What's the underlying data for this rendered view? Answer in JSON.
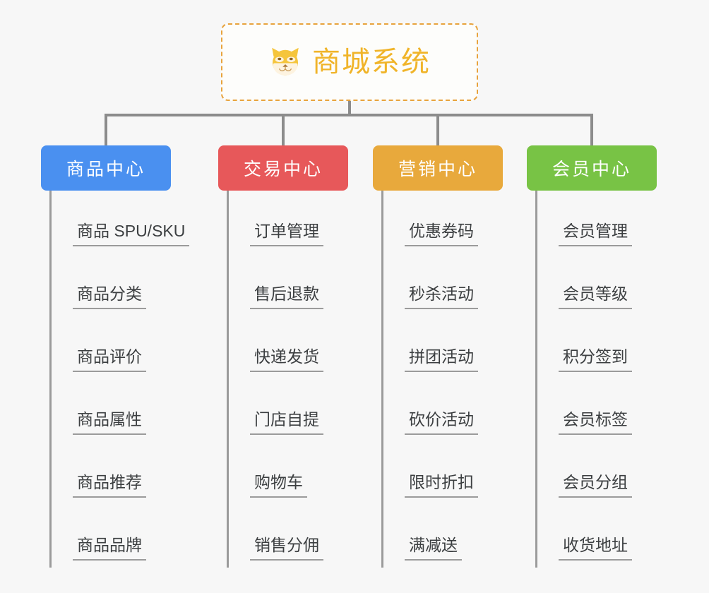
{
  "canvas": {
    "background": "#f7f7f7",
    "connector_color": "#8c8c8c"
  },
  "root": {
    "title": "商城系统",
    "icon": "shiba-dog-icon",
    "border_color": "#e8a33d",
    "text_color": "#f0b429",
    "background": "#fdfdfb"
  },
  "columns": [
    {
      "title": "商品中心",
      "color": "#4a90f0",
      "items": [
        "商品 SPU/SKU",
        "商品分类",
        "商品评价",
        "商品属性",
        "商品推荐",
        "商品品牌"
      ]
    },
    {
      "title": "交易中心",
      "color": "#e7585a",
      "items": [
        "订单管理",
        "售后退款",
        "快递发货",
        "门店自提",
        "购物车",
        "销售分佣"
      ]
    },
    {
      "title": "营销中心",
      "color": "#e8a93c",
      "items": [
        "优惠券码",
        "秒杀活动",
        "拼团活动",
        "砍价活动",
        "限时折扣",
        "满减送"
      ]
    },
    {
      "title": "会员中心",
      "color": "#78c345",
      "items": [
        "会员管理",
        "会员等级",
        "积分签到",
        "会员标签",
        "会员分组",
        "收货地址"
      ]
    }
  ]
}
